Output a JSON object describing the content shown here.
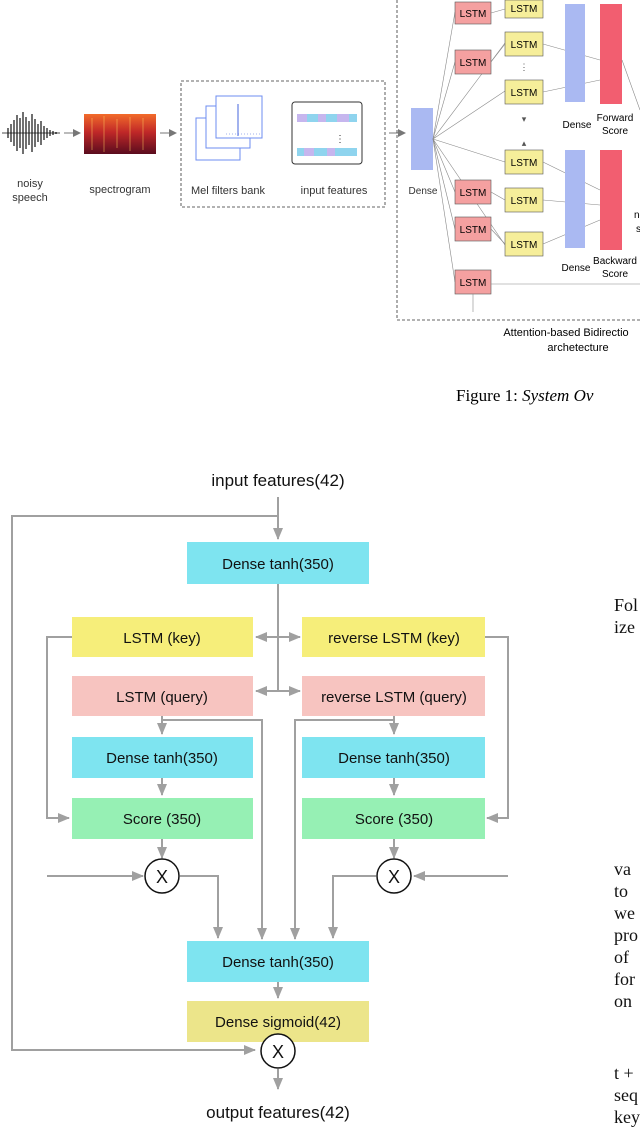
{
  "figure1": {
    "noisy_speech": [
      "noisy",
      "speech"
    ],
    "spectrogram": "spectrogram",
    "mel_filters_bank": "Mel filters bank",
    "input_features": "input features",
    "dense": "Dense",
    "lstm": "LSTM",
    "forward_score": [
      "Forward",
      "Score"
    ],
    "backward_score": [
      "Backward",
      "Score"
    ],
    "dense_right_top": "Dense",
    "dense_right_bottom": "Dense",
    "architecture_label": [
      "Attention-based Bidirectio",
      "archetecture"
    ],
    "cut_off_label": [
      "no",
      "s"
    ],
    "caption_prefix": "Figure 1:",
    "caption_italic": "System Ov"
  },
  "figure2": {
    "input_features": "input features(42)",
    "output_features": "output features(42)",
    "dense_tanh_top": "Dense tanh(350)",
    "lstm_key": "LSTM (key)",
    "lstm_query": "LSTM (query)",
    "reverse_lstm_key": "reverse LSTM (key)",
    "reverse_lstm_query": "reverse LSTM (query)",
    "dense_tanh_left": "Dense tanh(350)",
    "dense_tanh_right": "Dense tanh(350)",
    "score_left": "Score (350)",
    "score_right": "Score (350)",
    "dense_tanh_bottom": "Dense tanh(350)",
    "dense_sigmoid": "Dense sigmoid(42)",
    "multiply": "X"
  },
  "body_text": {
    "upper": [
      "Fol",
      "ize"
    ],
    "lower": [
      "va",
      "to",
      "we",
      "pro",
      "of",
      "for",
      "on"
    ],
    "bottom": [
      "t +",
      "seq",
      "key"
    ]
  },
  "colors": {
    "cyan_box": "#7ee4f0",
    "yellow_box": "#f6ee7a",
    "pink_box": "#f7c4c0",
    "green_box": "#96f0b4",
    "sigmoid_box": "#ece58a",
    "arrow": "#a0a0a0",
    "blue_dense": "#aab9f2",
    "red_score": "#f25e70"
  }
}
